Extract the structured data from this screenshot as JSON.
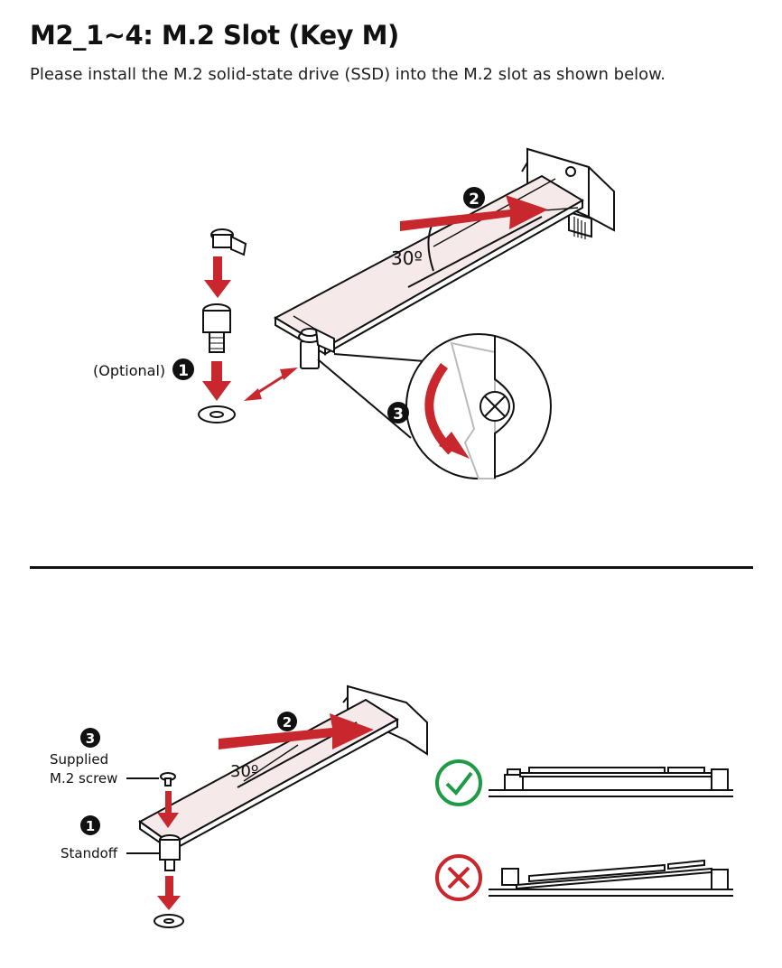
{
  "heading": {
    "title": "M2_1~4: M.2 Slot (Key M)",
    "subtitle": "Please install the M.2 solid-state drive (SSD) into the M.2 slot as shown below."
  },
  "figure_top": {
    "optional_label": "(Optional)",
    "angle_label": "30º",
    "step_1": "1",
    "step_2": "2",
    "step_3": "3"
  },
  "figure_bottom": {
    "screw_label_line1": "Supplied",
    "screw_label_line2": "M.2 screw",
    "standoff_label": "Standoff",
    "angle_label": "30º",
    "step_1": "1",
    "step_2": "2",
    "step_3": "3"
  },
  "colors": {
    "accent_red": "#c8272d",
    "correct_green": "#1f9a46",
    "wrong_red": "#c8272d"
  }
}
